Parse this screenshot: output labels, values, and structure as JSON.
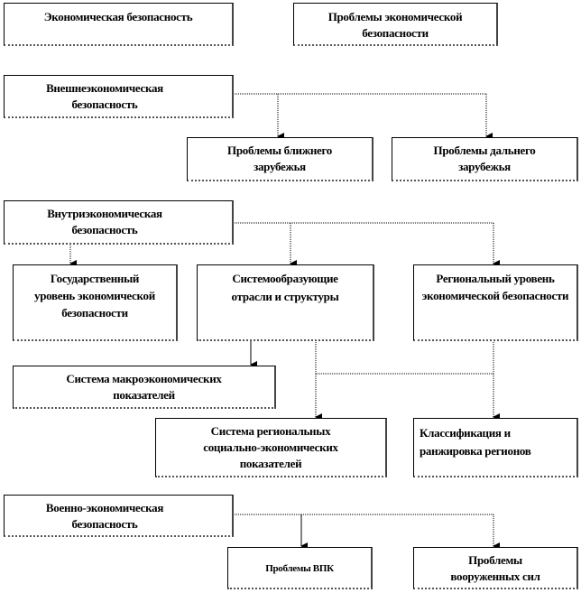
{
  "boxes": {
    "economic_security": "Экономическая безопасность",
    "problems_economic_security": "Проблемы экономической безопасности",
    "external_economic": "Внешнеэкономическая безопасность",
    "near_abroad": "Проблемы ближнего зарубежья",
    "far_abroad": "Проблемы дальнего зарубежья",
    "internal_economic": "Внутриэкономическая безопасность",
    "state_level": "Государственный уровень экономической безопасности",
    "system_forming": "Системообразующие отрасли и структуры",
    "regional_level": "Региональный уровень экономической безопасности",
    "macro_indicators": "Система макроэкономических показателей",
    "regional_indicators": "Система региональных социально-экономических показателей",
    "classification": "Классификация и ранжировка регионов",
    "military_economic": "Военно-экономическая безопасность",
    "vpk": "Проблемы ВПК",
    "armed_forces": "Проблемы вооруженных сил"
  }
}
